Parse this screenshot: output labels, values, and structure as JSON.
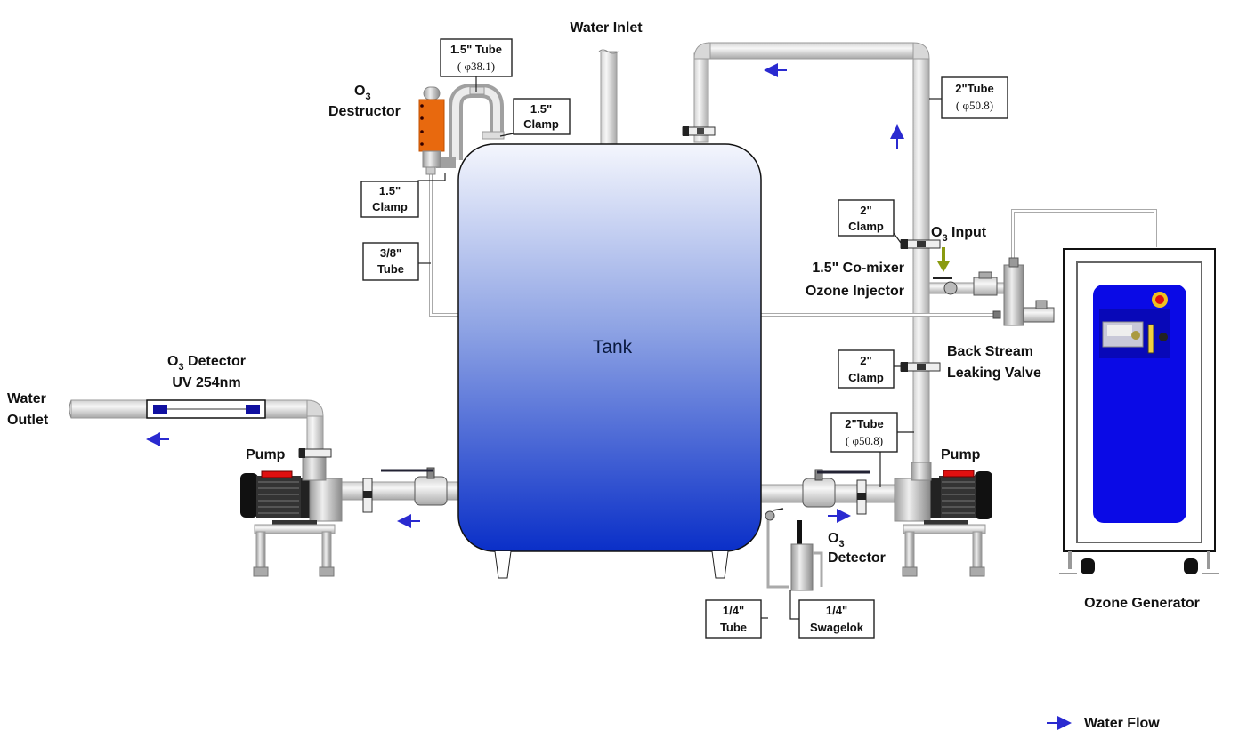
{
  "diagram": {
    "title": "Ozone water treatment system schematic",
    "colors": {
      "tank_top": "#f2f4fc",
      "tank_bottom": "#0a2fc8",
      "generator_panel": "#0a0ae6",
      "destructor": "#e8690e",
      "flow_arrow": "#2a2ad0",
      "o3_input_arrow": "#8a9a10",
      "pump_motor": "#222222",
      "pump_cap": "#e01010"
    },
    "labels": {
      "water_inlet": "Water Inlet",
      "tube_15": "1.5\" Tube",
      "tube_15_dia": "( φ38.1)",
      "clamp_15_top_line1": "1.5\"",
      "clamp_15_top_line2": "Clamp",
      "o3_destructor_line1": "O",
      "o3_destructor_sub": "3",
      "o3_destructor_line2": "Destructor",
      "clamp_15_left_line1": "1.5\"",
      "clamp_15_left_line2": "Clamp",
      "tube_38_line1": "3/8\"",
      "tube_38_line2": "Tube",
      "tube_2_top": "2\"Tube",
      "tube_2_top_dia": "( φ50.8)",
      "clamp_2_upper_line1": "2\"",
      "clamp_2_upper_line2": "Clamp",
      "o3_input_pre": "O",
      "o3_input_sub": "3",
      "o3_input_post": " Input",
      "comixer_line1": "1.5\" Co-mixer",
      "comixer_line2": "Ozone Injector",
      "back_stream_line1": "Back Stream",
      "back_stream_line2": "Leaking Valve",
      "clamp_2_lower_line1": "2\"",
      "clamp_2_lower_line2": "Clamp",
      "tank": "Tank",
      "o3_detector_uv_line1_pre": "O",
      "o3_detector_uv_sub": "3",
      "o3_detector_uv_line1_post": " Detector",
      "o3_detector_uv_line2": "UV 254nm",
      "water_outlet_line1": "Water",
      "water_outlet_line2": "Outlet",
      "pump_left": "Pump",
      "pump_right": "Pump",
      "tube_2_bottom": "2\"Tube",
      "tube_2_bottom_dia": "( φ50.8)",
      "o3_detector_pre": "O",
      "o3_detector_sub": "3",
      "o3_detector_line2": "Detector",
      "tube_14_line1": "1/4\"",
      "tube_14_line2": "Tube",
      "swagelok_line1": "1/4\"",
      "swagelok_line2": "Swagelok",
      "ozone_generator": "Ozone Generator"
    },
    "legend": {
      "water_flow": "Water Flow"
    }
  }
}
